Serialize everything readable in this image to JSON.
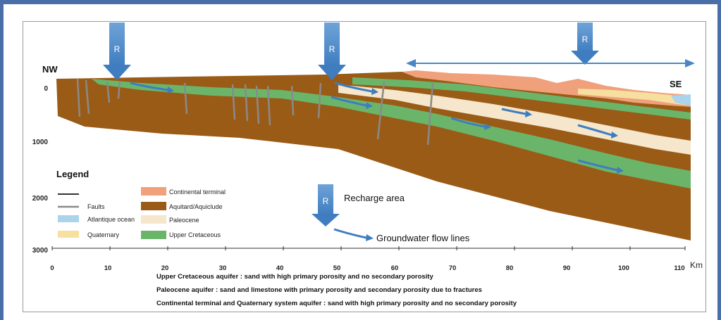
{
  "section": {
    "nw_label": "NW",
    "se_label": "SE",
    "recharge_arrow_label": "R",
    "depth_ticks": [
      "0",
      "1000",
      "2000",
      "3000"
    ],
    "distance_ticks": [
      "0",
      "10",
      "20",
      "30",
      "40",
      "50",
      "60",
      "70",
      "80",
      "90",
      "100",
      "110"
    ],
    "distance_unit": "Km"
  },
  "legend": {
    "title": "Legend",
    "items": [
      {
        "label": "Faults",
        "symbol": "fault-line"
      },
      {
        "label": "Atlantique ocean",
        "color": "#a9d4ec"
      },
      {
        "label": "Quaternary",
        "color": "#f7dfa0"
      },
      {
        "label": "Continental terminal",
        "color": "#f0a07a"
      },
      {
        "label": "Aquitard/Aquiclude",
        "color": "#9a5b16"
      },
      {
        "label": "Paleocene",
        "color": "#f5e6cc"
      },
      {
        "label": "Upper Cretaceous",
        "color": "#6bb56b"
      }
    ],
    "recharge_area": "Recharge area",
    "groundwater_flow": "Groundwater flow lines"
  },
  "notes": [
    "Upper Cretaceous aquifer : sand with high primary porosity and no secondary porosity",
    "Paleocene aquifer : sand and limestone with primary porosity and secondary porosity due to fractures",
    "Continental terminal and Quaternary system aquifer : sand with high primary porosity and no secondary porosity"
  ],
  "colors": {
    "frame": "#4a6fa8",
    "arrow": "#4a86c6",
    "fault": "#8a8a8a"
  }
}
